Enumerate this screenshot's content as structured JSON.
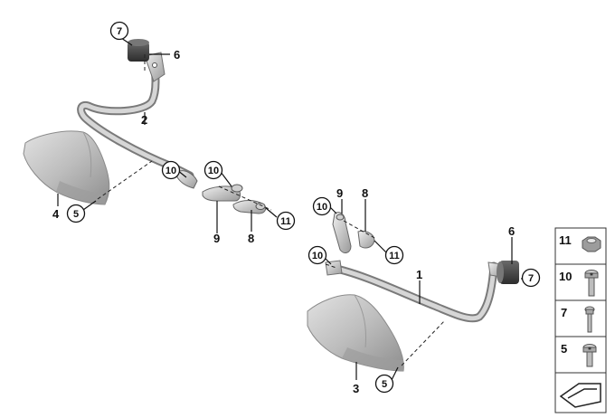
{
  "callouts": {
    "c7_top": "7",
    "c6_top": "6",
    "c2": "2",
    "c10_a": "10",
    "c10_b": "10",
    "c4": "4",
    "c5_left": "5",
    "c9_left": "9",
    "c8_left": "8",
    "c11_a": "11",
    "c9_right": "9",
    "c8_right": "8",
    "c10_c": "10",
    "c11_b": "11",
    "c10_d": "10",
    "c1": "1",
    "c6_right": "6",
    "c7_right": "7",
    "c3": "3",
    "c5_right": "5"
  },
  "legend": {
    "items": [
      {
        "number": "11",
        "icon": "hex-nut-icon"
      },
      {
        "number": "10",
        "icon": "torx-bolt-icon"
      },
      {
        "number": "7",
        "icon": "bolt-icon"
      },
      {
        "number": "5",
        "icon": "torx-screw-icon"
      }
    ],
    "footer_icon": "shape-outline-icon"
  }
}
